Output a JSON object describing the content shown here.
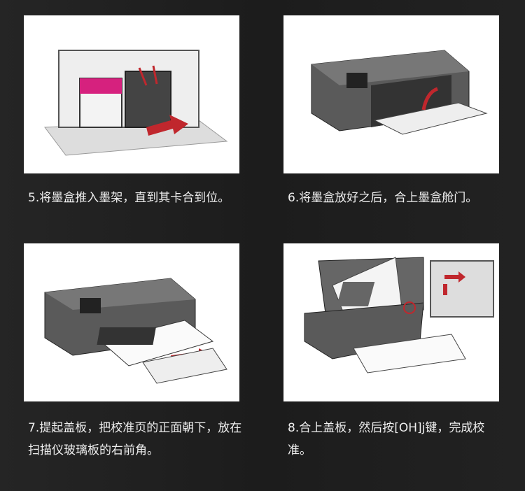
{
  "steps": [
    {
      "caption": "5.将墨盒推入墨架，直到其卡合到位。",
      "illustration": "ink-cartridge-insert"
    },
    {
      "caption": "6.将墨盒放好之后，合上墨盒舱门。",
      "illustration": "close-cartridge-door"
    },
    {
      "caption": "7.提起盖板，把校准页的正面朝下，放在扫描仪玻璃板的右前角。",
      "illustration": "alignment-page-output"
    },
    {
      "caption": "8.合上盖板，然后按[OH]j键，完成校准。",
      "illustration": "place-page-on-scanner"
    }
  ],
  "colors": {
    "magenta": "#d6217e",
    "arrow": "#c0272d",
    "printer": "#5a5a5a"
  }
}
